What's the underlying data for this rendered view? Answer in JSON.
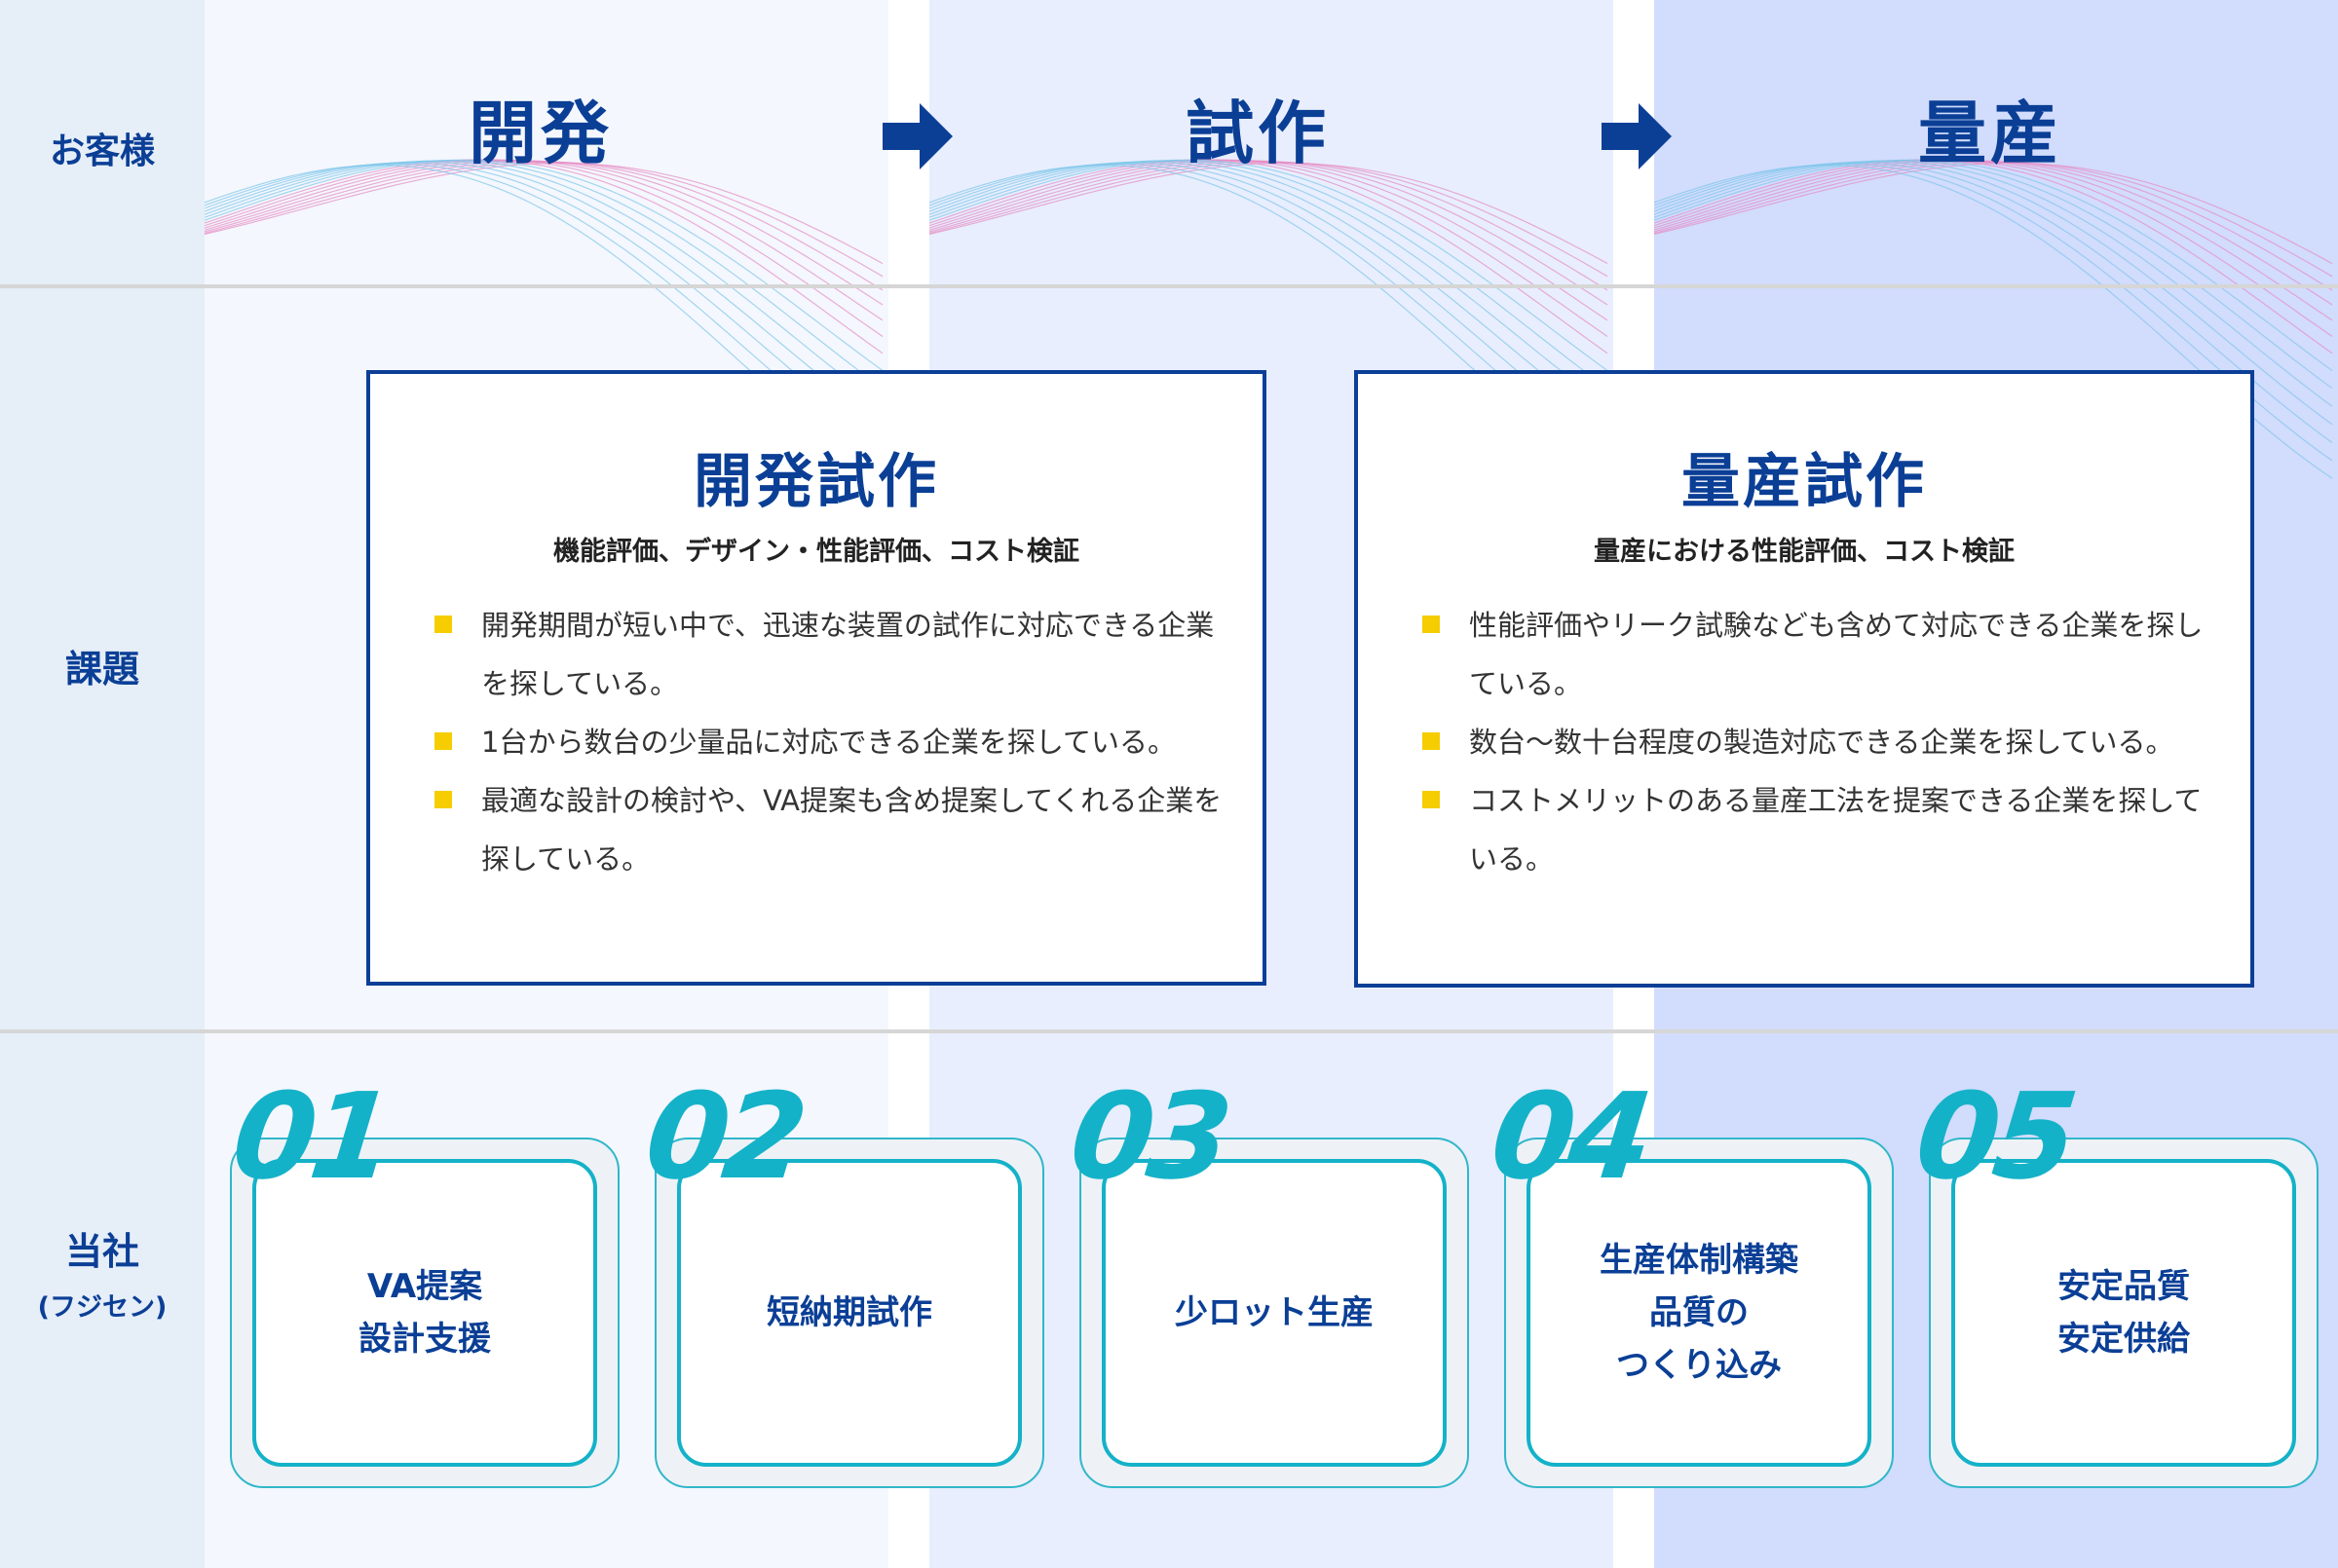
{
  "row_labels": {
    "customer": "お客様",
    "issues": "課題",
    "company": "当社",
    "company_sub": "(フジセン)"
  },
  "stages": [
    {
      "label": "開発"
    },
    {
      "label": "試作"
    },
    {
      "label": "量産"
    }
  ],
  "boxes": [
    {
      "title": "開発試作",
      "subtitle": "機能評価、デザイン・性能評価、コスト検証",
      "items": [
        "開発期間が短い中で、迅速な装置の試作に対応できる企業を探している。",
        "1台から数台の少量品に対応できる企業を探している。",
        "最適な設計の検討や、VA提案も含め提案してくれる企業を探している。"
      ]
    },
    {
      "title": "量産試作",
      "subtitle": "量産における性能評価、コスト検証",
      "items": [
        "性能評価やリーク試験なども含めて対応できる企業を探している。",
        "数台～数十台程度の製造対応できる企業を探している。",
        "コストメリットのある量産工法を提案できる企業を探している。"
      ]
    }
  ],
  "cards": [
    {
      "number": "01",
      "text": "VA提案\n設計支援"
    },
    {
      "number": "02",
      "text": "短納期試作"
    },
    {
      "number": "03",
      "text": "少ロット生産"
    },
    {
      "number": "04",
      "text": "生産体制構築\n品質の\nつくり込み"
    },
    {
      "number": "05",
      "text": "安定品質\n安定供給"
    }
  ],
  "colors": {
    "navy": "#0b3f96",
    "teal": "#14b2c8",
    "bullet": "#f5cd00",
    "band_left": "#e6eef8",
    "band_1": "#f4f7fd",
    "band_2": "#e8eefd",
    "band_3": "#d2dcfd"
  }
}
